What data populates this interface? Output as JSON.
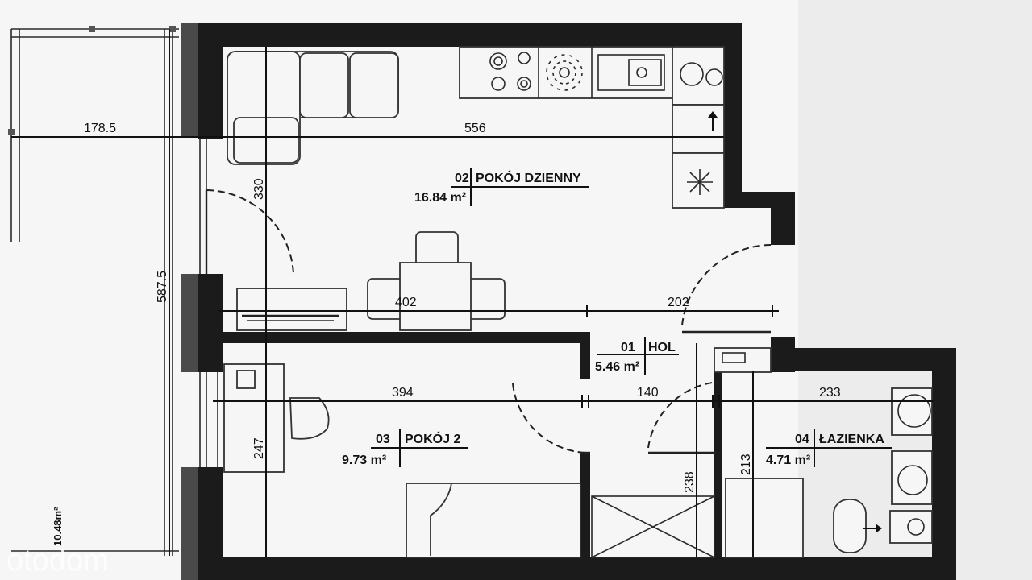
{
  "rooms": {
    "living": {
      "number": "02",
      "name": "POKÓJ DZIENNY",
      "area": "16.84 m²"
    },
    "hall": {
      "number": "01",
      "name": "HOL",
      "area": "5.46 m²"
    },
    "room2": {
      "number": "03",
      "name": "POKÓJ 2",
      "area": "9.73 m²"
    },
    "bathroom": {
      "number": "04",
      "name": "ŁAZIENKA",
      "area": "4.71 m²"
    }
  },
  "balcony": {
    "area": "10.48m²",
    "width": "178.5",
    "depth": "587.5"
  },
  "dimensions": {
    "living_width": "556",
    "living_height": "330",
    "living_lower": "402",
    "hall_width": "202",
    "room2_width": "394",
    "hall_lower": "140",
    "bath_width": "233",
    "room2_height": "247",
    "hall_height": "238",
    "bath_height": "213"
  },
  "watermark": {
    "brand": "otodom"
  }
}
